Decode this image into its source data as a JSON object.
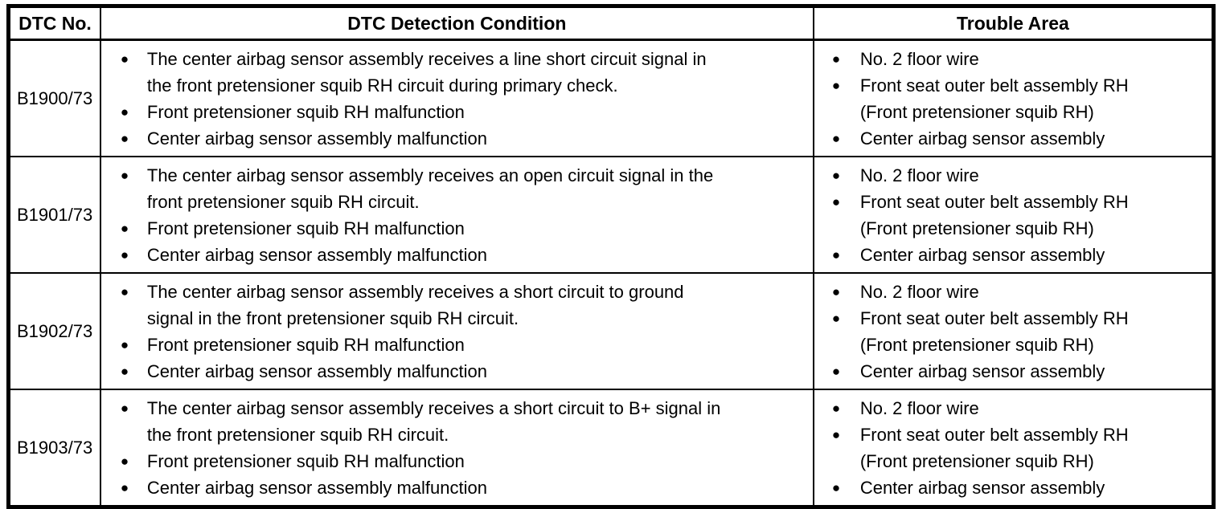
{
  "table": {
    "bullet_glyph": "●",
    "border_color": "#000000",
    "columns": [
      {
        "label": "DTC No."
      },
      {
        "label": "DTC Detection Condition"
      },
      {
        "label": "Trouble Area"
      }
    ],
    "rows": [
      {
        "dtc_no": "B1900/73",
        "conditions": [
          {
            "lines": [
              "The center airbag sensor assembly receives a line short circuit signal in",
              "the front pretensioner squib RH circuit during primary check."
            ]
          },
          {
            "lines": [
              "Front pretensioner squib RH malfunction"
            ]
          },
          {
            "lines": [
              "Center airbag sensor assembly malfunction"
            ]
          }
        ],
        "trouble_areas": [
          {
            "lines": [
              "No. 2 floor wire"
            ]
          },
          {
            "lines": [
              "Front seat outer belt assembly RH",
              "(Front pretensioner squib RH)"
            ]
          },
          {
            "lines": [
              "Center airbag sensor assembly"
            ]
          }
        ]
      },
      {
        "dtc_no": "B1901/73",
        "conditions": [
          {
            "lines": [
              "The center airbag sensor assembly receives an open circuit signal in the",
              "front pretensioner squib RH circuit."
            ]
          },
          {
            "lines": [
              "Front pretensioner squib RH malfunction"
            ]
          },
          {
            "lines": [
              "Center airbag sensor assembly malfunction"
            ]
          }
        ],
        "trouble_areas": [
          {
            "lines": [
              "No. 2 floor wire"
            ]
          },
          {
            "lines": [
              "Front seat outer belt assembly RH",
              "(Front pretensioner squib RH)"
            ]
          },
          {
            "lines": [
              "Center airbag sensor assembly"
            ]
          }
        ]
      },
      {
        "dtc_no": "B1902/73",
        "conditions": [
          {
            "lines": [
              "The center airbag sensor assembly receives a short circuit to ground",
              "signal in the front pretensioner squib RH circuit."
            ]
          },
          {
            "lines": [
              "Front pretensioner squib RH malfunction"
            ]
          },
          {
            "lines": [
              "Center airbag sensor assembly malfunction"
            ]
          }
        ],
        "trouble_areas": [
          {
            "lines": [
              "No. 2 floor wire"
            ]
          },
          {
            "lines": [
              "Front seat outer belt assembly RH",
              "(Front pretensioner squib RH)"
            ]
          },
          {
            "lines": [
              "Center airbag sensor assembly"
            ]
          }
        ]
      },
      {
        "dtc_no": "B1903/73",
        "conditions": [
          {
            "lines": [
              "The center airbag sensor assembly receives a short circuit to B+ signal in",
              "the front pretensioner squib RH circuit."
            ]
          },
          {
            "lines": [
              "Front pretensioner squib RH malfunction"
            ]
          },
          {
            "lines": [
              "Center airbag sensor assembly malfunction"
            ]
          }
        ],
        "trouble_areas": [
          {
            "lines": [
              "No. 2 floor wire"
            ]
          },
          {
            "lines": [
              "Front seat outer belt assembly RH",
              "(Front pretensioner squib RH)"
            ]
          },
          {
            "lines": [
              "Center airbag sensor assembly"
            ]
          }
        ]
      }
    ]
  }
}
